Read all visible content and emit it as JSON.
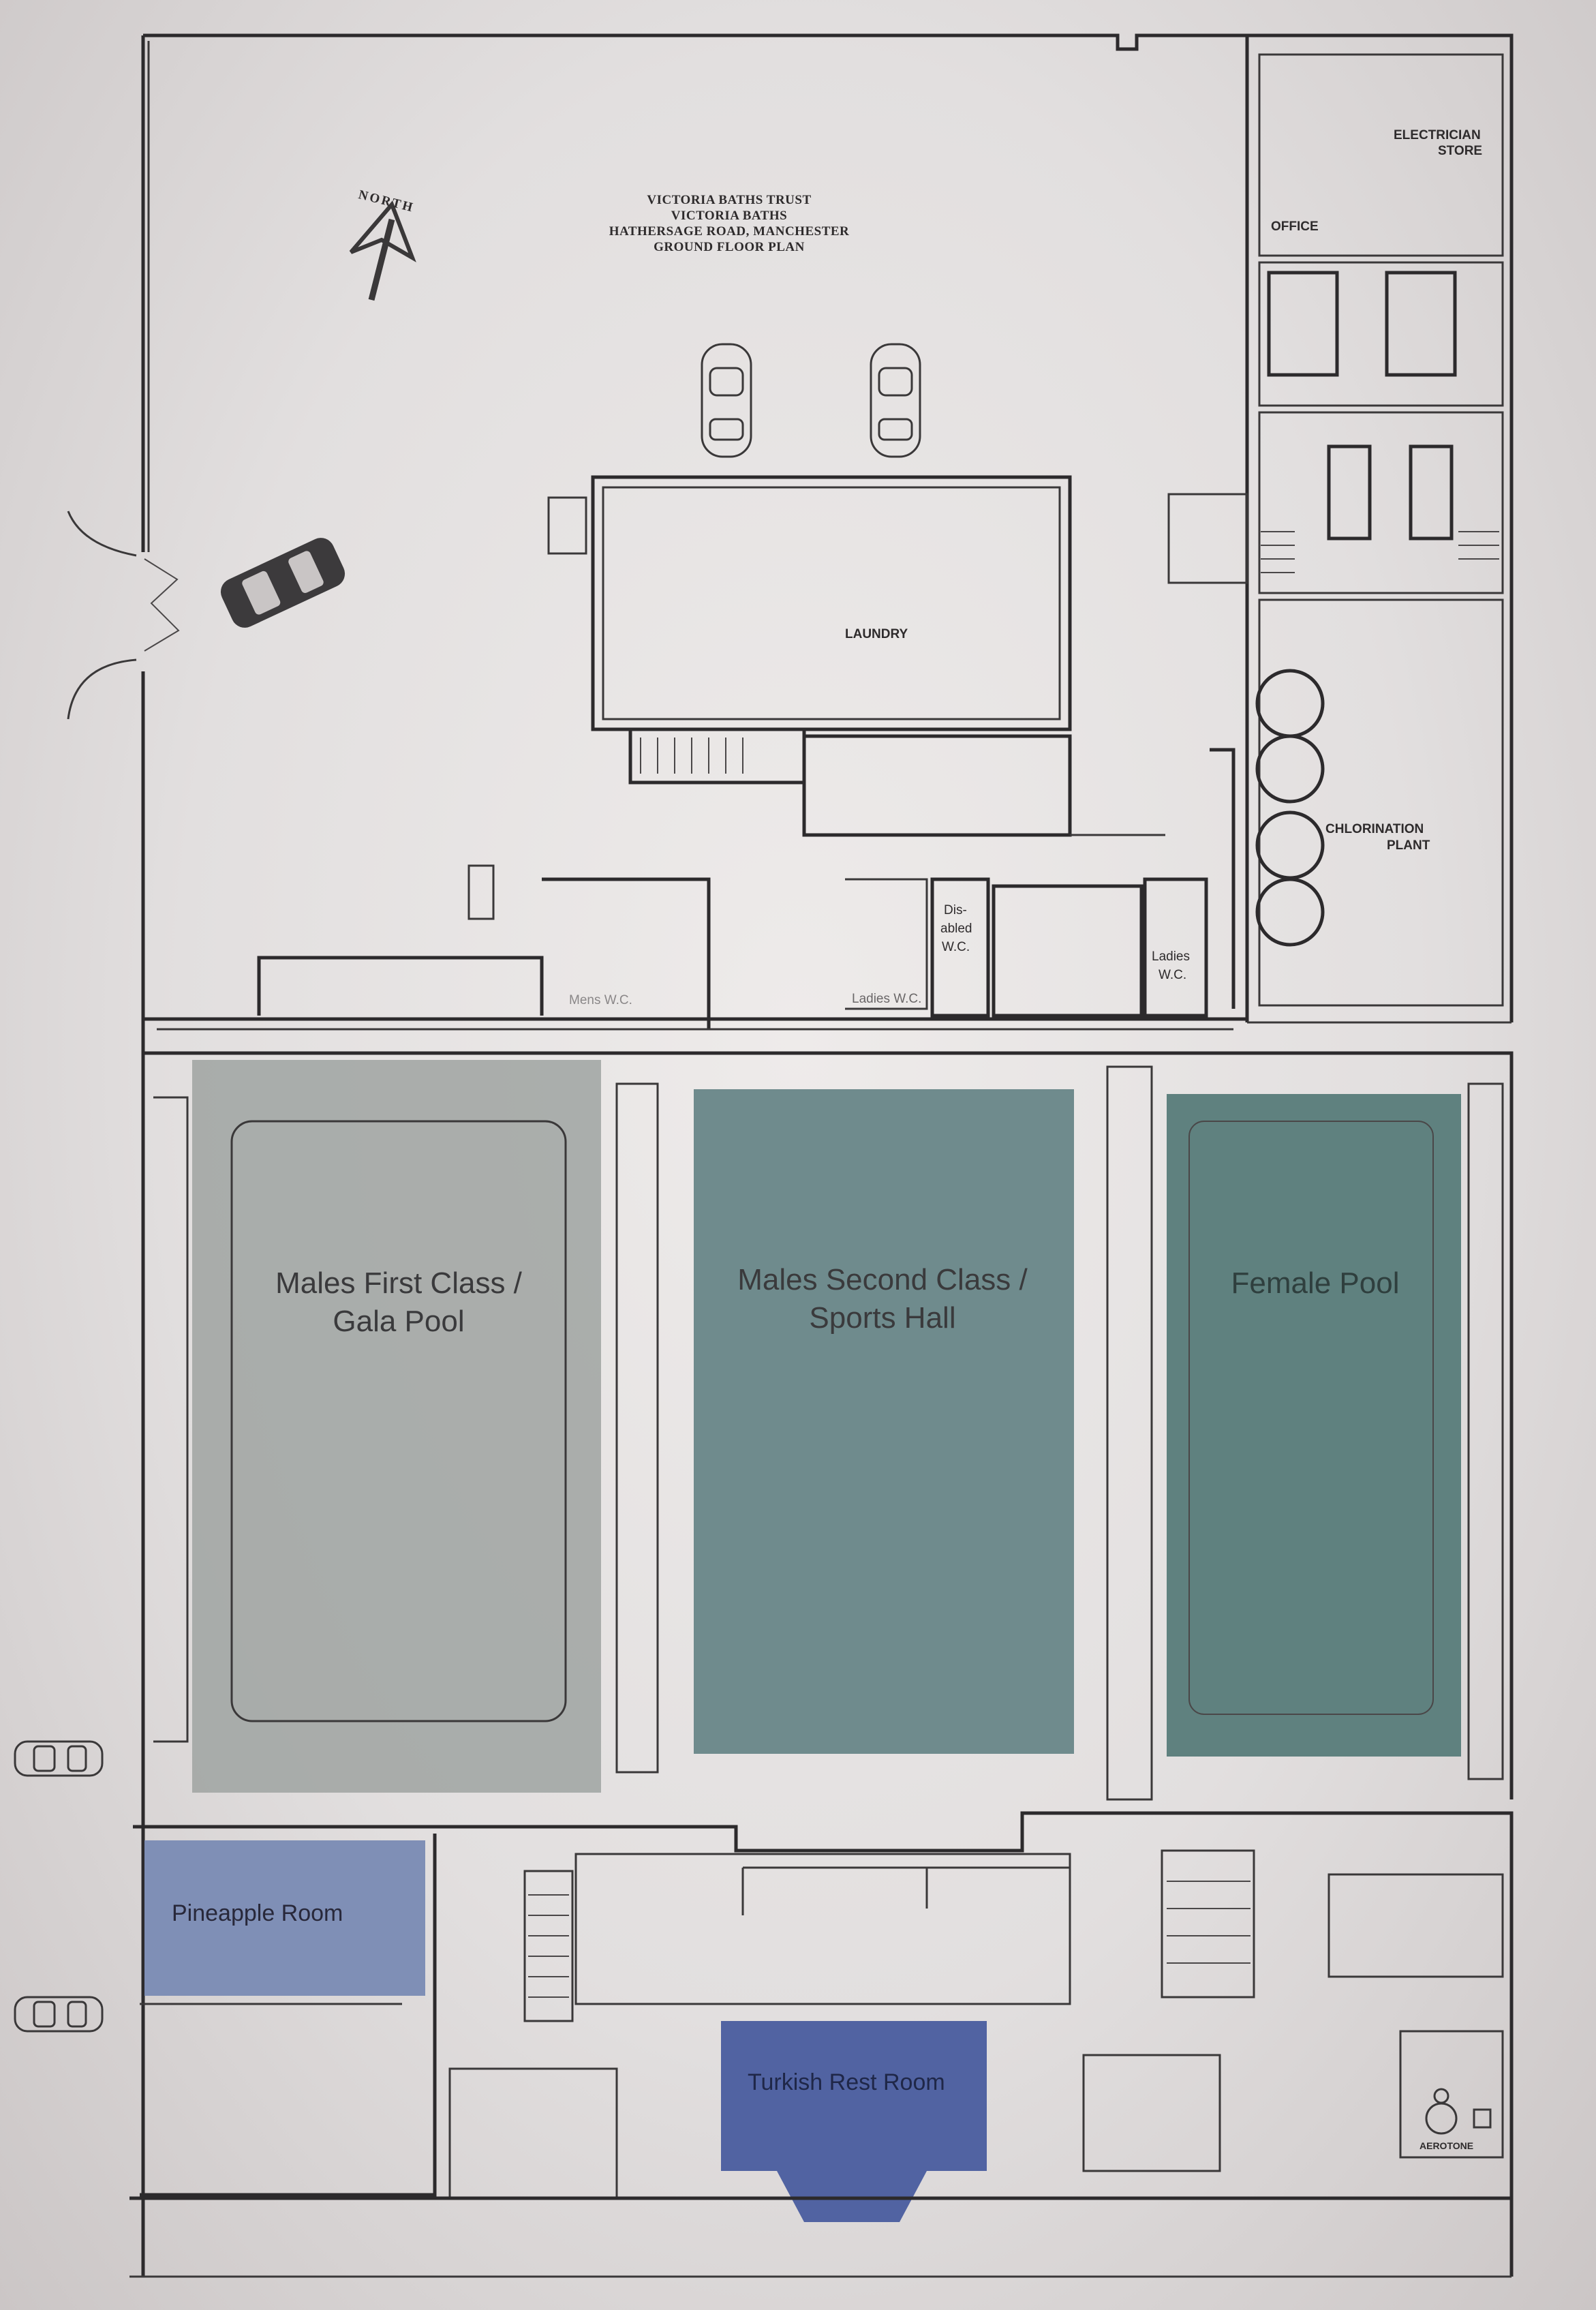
{
  "title_block": {
    "line1": "VICTORIA BATHS TRUST",
    "line2": "VICTORIA BATHS",
    "line3": "HATHERSAGE ROAD, MANCHESTER",
    "line4": "GROUND FLOOR PLAN"
  },
  "north_label": "NORTH",
  "rooms": {
    "laundry": "LAUNDRY",
    "electrician_store_1": "ELECTRICIAN",
    "electrician_store_2": "STORE",
    "office": "OFFICE",
    "chlorination_1": "CHLORINATION",
    "chlorination_2": "PLANT",
    "disabled_wc_1": "Dis-",
    "disabled_wc_2": "abled",
    "disabled_wc_3": "W.C.",
    "ladies_wc_right_1": "Ladies",
    "ladies_wc_right_2": "W.C.",
    "ladies_wc_left": "Ladies W.C.",
    "mens_wc": "Mens W.C.",
    "aerotone": "AEROTONE"
  },
  "pools": {
    "gala_line1": "Males First Class /",
    "gala_line2": "Gala Pool",
    "sports_line1": "Males Second Class /",
    "sports_line2": "Sports Hall",
    "female": "Female Pool"
  },
  "highlight_rooms": {
    "pineapple": "Pineapple Room",
    "turkish": "Turkish Rest Room"
  },
  "colors": {
    "paper": "#e6e3e2",
    "ink": "#2c2a2c",
    "gala_pool_fill": "#9fa3a1",
    "sports_hall_fill": "#6f8b8d",
    "female_pool_fill": "#5f817f",
    "pineapple_room_fill": "#7f8fb6",
    "turkish_room_fill": "#5163a2"
  }
}
